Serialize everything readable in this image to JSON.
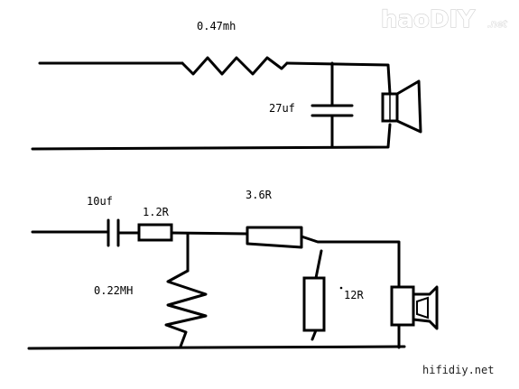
{
  "watermark": {
    "logo_main": "haoDIY",
    "logo_suffix": ".net",
    "site": "hifidiy.net"
  },
  "top_circuit": {
    "inductor_label": "0.47mh",
    "capacitor_label": "27uf"
  },
  "bottom_circuit": {
    "capacitor_label": "10uf",
    "resistor1_label": "1.2R",
    "resistor2_label": "3.6R",
    "inductor_label": "0.22MH",
    "resistor3_label": "12R"
  }
}
